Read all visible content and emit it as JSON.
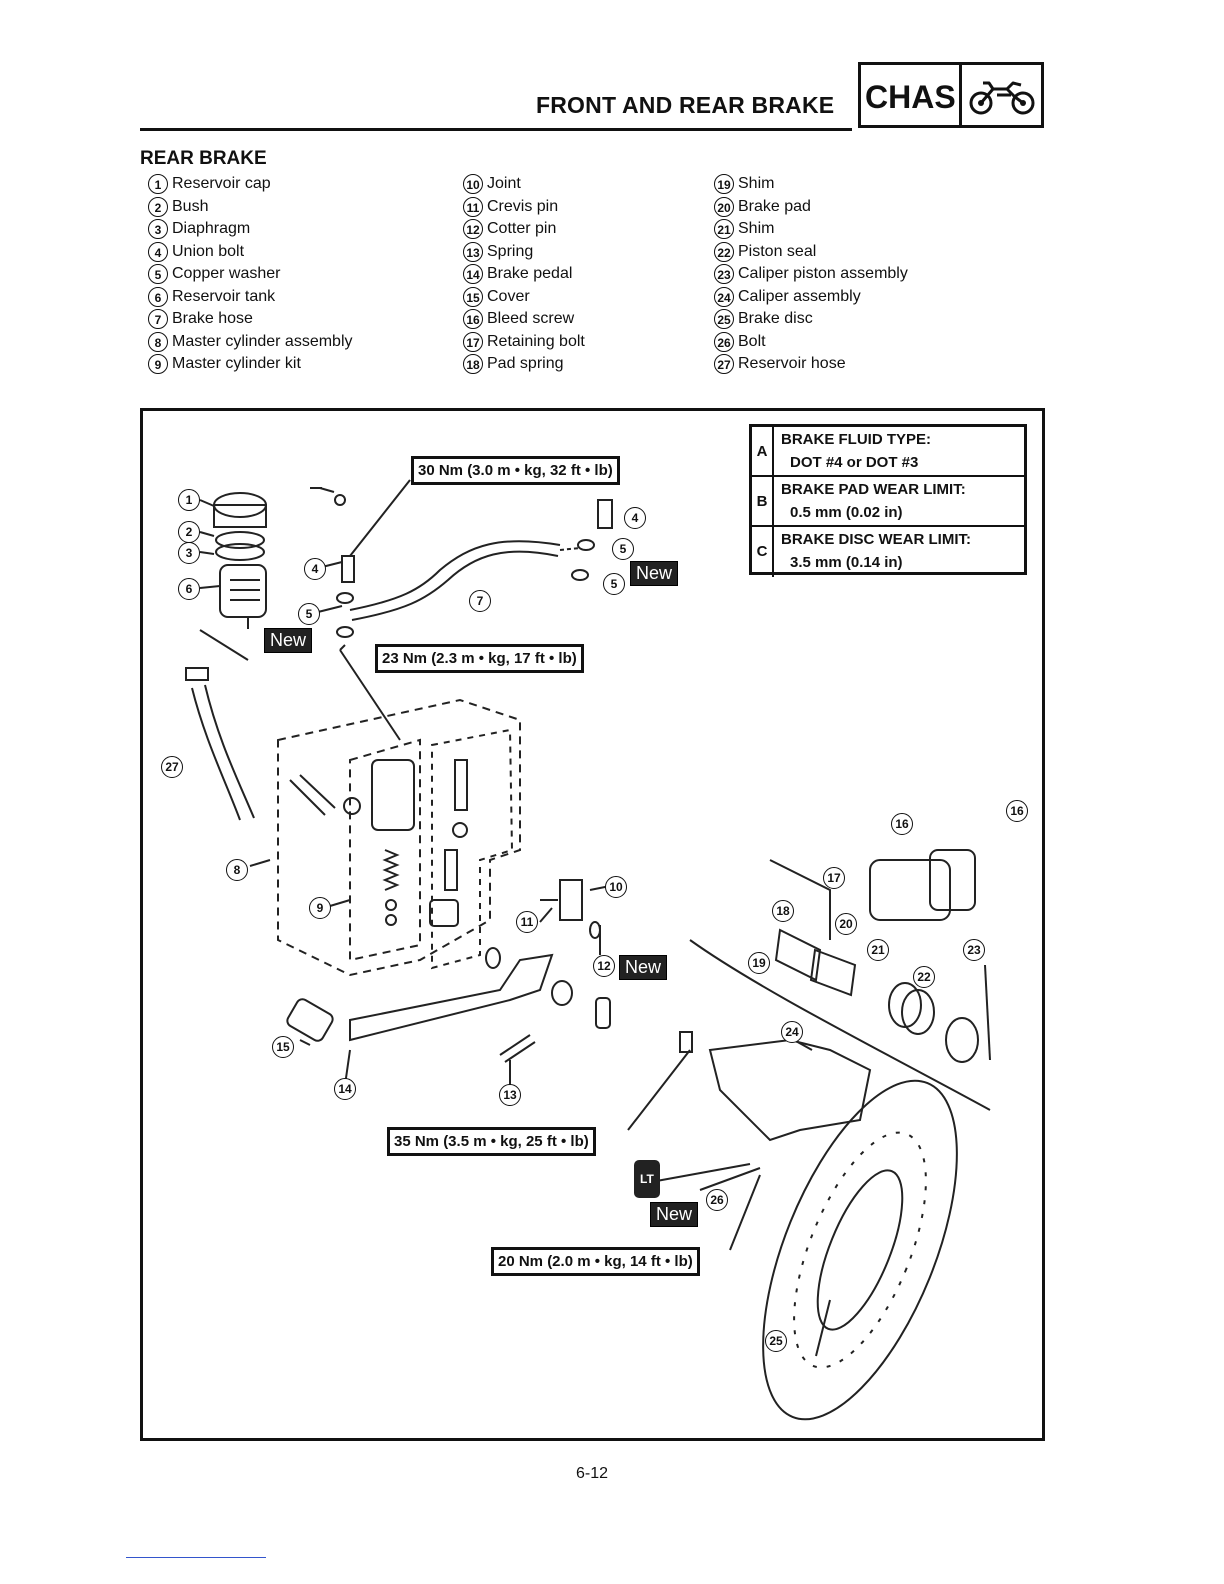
{
  "header": {
    "title": "FRONT AND REAR BRAKE",
    "badge": "CHAS",
    "badge_icon": "motorcycle-icon"
  },
  "section": {
    "title": "REAR BRAKE"
  },
  "parts": [
    {
      "num": "1",
      "label": "Reservoir cap"
    },
    {
      "num": "2",
      "label": "Bush"
    },
    {
      "num": "3",
      "label": "Diaphragm"
    },
    {
      "num": "4",
      "label": "Union bolt"
    },
    {
      "num": "5",
      "label": "Copper washer"
    },
    {
      "num": "6",
      "label": "Reservoir tank"
    },
    {
      "num": "7",
      "label": "Brake hose"
    },
    {
      "num": "8",
      "label": "Master cylinder assembly"
    },
    {
      "num": "9",
      "label": "Master cylinder kit"
    },
    {
      "num": "10",
      "label": "Joint"
    },
    {
      "num": "11",
      "label": "Crevis pin"
    },
    {
      "num": "12",
      "label": "Cotter pin"
    },
    {
      "num": "13",
      "label": "Spring"
    },
    {
      "num": "14",
      "label": "Brake pedal"
    },
    {
      "num": "15",
      "label": "Cover"
    },
    {
      "num": "16",
      "label": "Bleed screw"
    },
    {
      "num": "17",
      "label": "Retaining bolt"
    },
    {
      "num": "18",
      "label": "Pad spring"
    },
    {
      "num": "19",
      "label": "Shim"
    },
    {
      "num": "20",
      "label": "Brake pad"
    },
    {
      "num": "21",
      "label": "Shim"
    },
    {
      "num": "22",
      "label": "Piston seal"
    },
    {
      "num": "23",
      "label": "Caliper piston assembly"
    },
    {
      "num": "24",
      "label": "Caliper assembly"
    },
    {
      "num": "25",
      "label": "Brake disc"
    },
    {
      "num": "26",
      "label": "Bolt"
    },
    {
      "num": "27",
      "label": "Reservoir hose"
    }
  ],
  "specs": [
    {
      "letter": "A",
      "label": "BRAKE FLUID TYPE:",
      "value": "DOT #4 or DOT #3"
    },
    {
      "letter": "B",
      "label": "BRAKE PAD WEAR LIMIT:",
      "value": "0.5 mm (0.02 in)"
    },
    {
      "letter": "C",
      "label": "BRAKE DISC WEAR LIMIT:",
      "value": "3.5 mm (0.14 in)"
    }
  ],
  "torques": {
    "t30": "30 Nm (3.0 m • kg, 32 ft • lb)",
    "t23": "23 Nm (2.3 m • kg, 17 ft • lb)",
    "t35": "35 Nm (3.5 m • kg, 25 ft • lb)",
    "t20": "20 Nm (2.0 m • kg, 14 ft • lb)"
  },
  "new_label": "New",
  "locktite_label": "LT",
  "page_number": "6-12"
}
